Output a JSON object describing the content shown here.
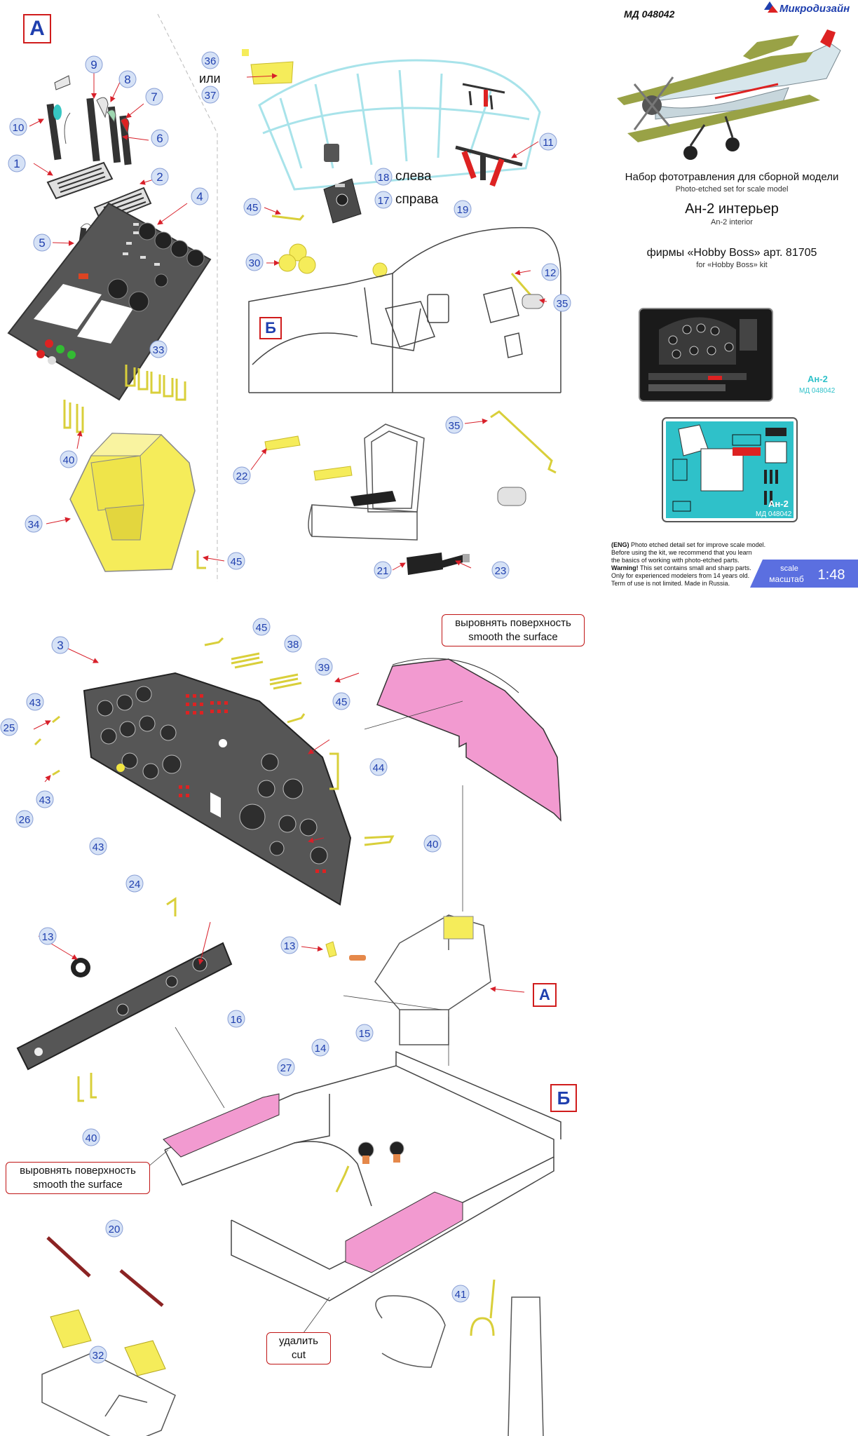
{
  "header": {
    "catalog": "МД 048042",
    "brand": "Микродизайн",
    "title_ru": "Набор фототравления для сборной модели",
    "title_en": "Photo-etched set for scale model",
    "model_ru": "Ан-2 интерьер",
    "model_en": "An-2 interior",
    "kit_ru": "фирмы «Hobby Boss» арт. 81705",
    "kit_en": "for «Hobby Boss» kit",
    "fret1_label": "Ан-2",
    "fret1_code": "МД 048042",
    "fret2_label": "Ан-2",
    "fret2_code": "МД 048042"
  },
  "info": {
    "eng_lead": "(ENG)",
    "eng_line1": " Photo etched detail set for improve scale model.",
    "eng_line2": "Before using the kit, we recommend that you learn",
    "eng_line3": "the basics of working with photo-etched parts.",
    "warn_lead": "Warning!",
    "warn_line1": " This set contains small and sharp parts.",
    "warn_line2": "Only for experienced modelers from 14 years old.",
    "warn_line3": "Term of use is not limited. Made in Russia.",
    "scale_en": "scale",
    "scale_ru": "масштаб",
    "scale_value": "1:48"
  },
  "sections": {
    "a": "А",
    "b": "Б"
  },
  "labels": {
    "ili": "или",
    "left": "слева",
    "right": "справа",
    "smooth_ru": "выровнять поверхность",
    "smooth_en": "smooth the surface",
    "cut_ru": "удалить",
    "cut_en": "cut"
  },
  "callouts": {
    "c1": "1",
    "c2": "2",
    "c3": "3",
    "c4": "4",
    "c5": "5",
    "c6": "6",
    "c7": "7",
    "c8": "8",
    "c9": "9",
    "c10": "10",
    "c11": "11",
    "c12": "12",
    "c13a": "13",
    "c13b": "13",
    "c14": "14",
    "c15": "15",
    "c16": "16",
    "c17": "17",
    "c18": "18",
    "c19": "19",
    "c20": "20",
    "c21": "21",
    "c22": "22",
    "c23": "23",
    "c24": "24",
    "c25": "25",
    "c26": "26",
    "c27": "27",
    "c30": "30",
    "c32": "32",
    "c33": "33",
    "c34": "34",
    "c35a": "35",
    "c35b": "35",
    "c36": "36",
    "c37": "37",
    "c38": "38",
    "c39": "39",
    "c40a": "40",
    "c40b": "40",
    "c40c": "40",
    "c41": "41",
    "c43a": "43",
    "c43b": "43",
    "c43c": "43",
    "c44": "44",
    "c45a": "45",
    "c45b": "45",
    "c45c": "45",
    "c45d": "45"
  },
  "colors": {
    "callout_fill": "#d6e2f6",
    "callout_text": "#1f3fae",
    "leader": "#d8202a",
    "panel": "#565656",
    "yellow": "#f5ec5a",
    "pink": "#f29ad0",
    "canopy": "#a8e3ea",
    "scale_bg": "#5b6fe0"
  }
}
